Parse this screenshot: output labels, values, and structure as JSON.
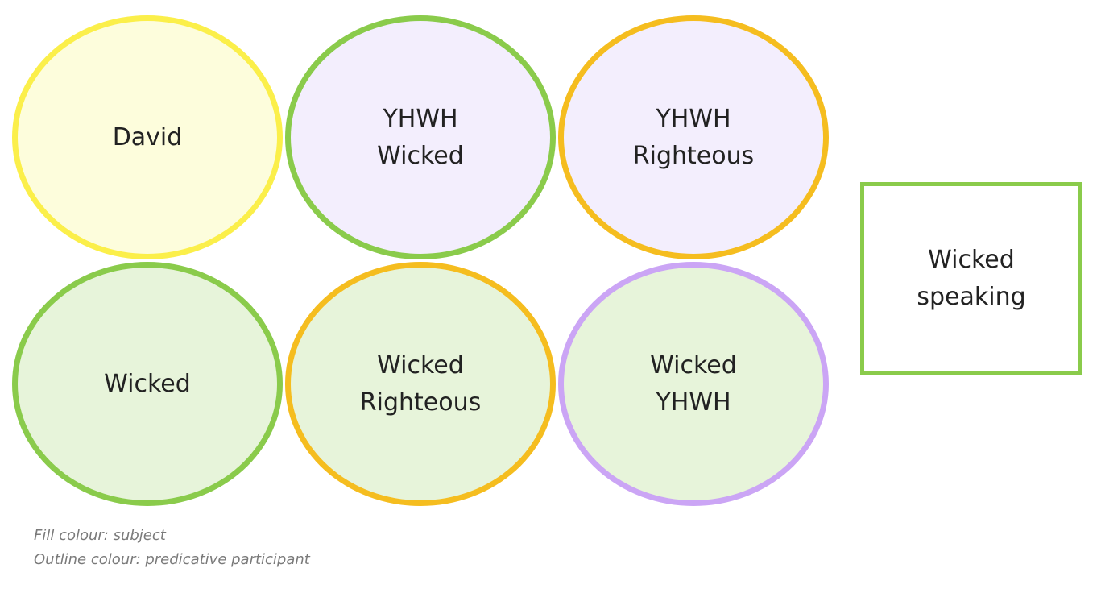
{
  "nodes": [
    {
      "lines": [
        "David"
      ],
      "fill": "#fdfddc",
      "outline": "#fbef4a"
    },
    {
      "lines": [
        "YHWH",
        "Wicked"
      ],
      "fill": "#f3eefd",
      "outline": "#8acb4b"
    },
    {
      "lines": [
        "YHWH",
        "Righteous"
      ],
      "fill": "#f3eefd",
      "outline": "#f5bd1f"
    },
    {
      "lines": [
        "Wicked"
      ],
      "fill": "#e7f4da",
      "outline": "#8acb4b"
    },
    {
      "lines": [
        "Wicked",
        "Righteous"
      ],
      "fill": "#e7f4da",
      "outline": "#f5bd1f"
    },
    {
      "lines": [
        "Wicked",
        "YHWH"
      ],
      "fill": "#e7f4da",
      "outline": "#cba5f5"
    }
  ],
  "box": {
    "lines": [
      "Wicked",
      "speaking"
    ],
    "fill": "#ffffff",
    "outline": "#8acb4b"
  },
  "legend": {
    "fill_text": "Fill colour: subject",
    "outline_text": "Outline colour: predicative participant"
  }
}
